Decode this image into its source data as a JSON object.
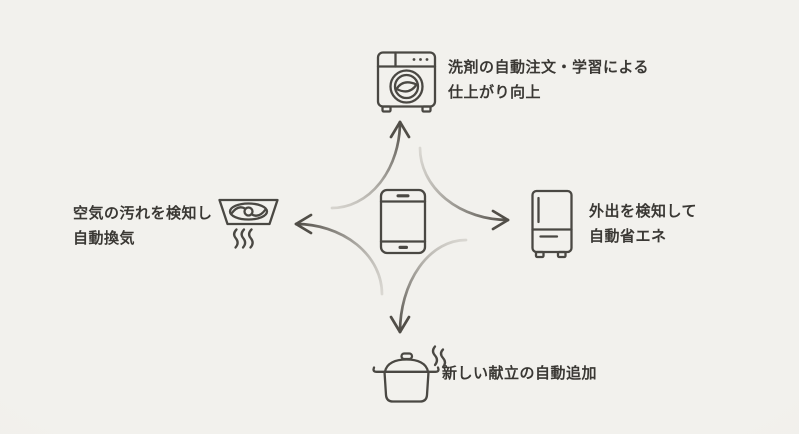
{
  "colors": {
    "background": "#f2f1ed",
    "background_edge": "#eceae4",
    "icon_line": "#4a4843",
    "text": "#3a3834",
    "arrow_head": "#514e48",
    "arrow_tail": "#b5b1a9"
  },
  "center": {
    "icon": "smartphone-icon"
  },
  "nodes": {
    "washer": {
      "icon": "washing-machine-icon",
      "line1": "洗剤の自動注文・学習による",
      "line2": "仕上がり向上"
    },
    "hood": {
      "icon": "range-hood-icon",
      "line1": "空気の汚れを検知し",
      "line2": "自動換気"
    },
    "fridge": {
      "icon": "refrigerator-icon",
      "line1": "外出を検知して",
      "line2": "自動省エネ"
    },
    "pot": {
      "icon": "cooking-pot-icon",
      "line1": "新しい献立の自動追加"
    }
  },
  "arrows": [
    {
      "direction": "up",
      "from": "smartphone",
      "to": "washing-machine"
    },
    {
      "direction": "right",
      "from": "smartphone",
      "to": "refrigerator"
    },
    {
      "direction": "down",
      "from": "smartphone",
      "to": "cooking-pot"
    },
    {
      "direction": "left",
      "from": "smartphone",
      "to": "range-hood"
    }
  ]
}
